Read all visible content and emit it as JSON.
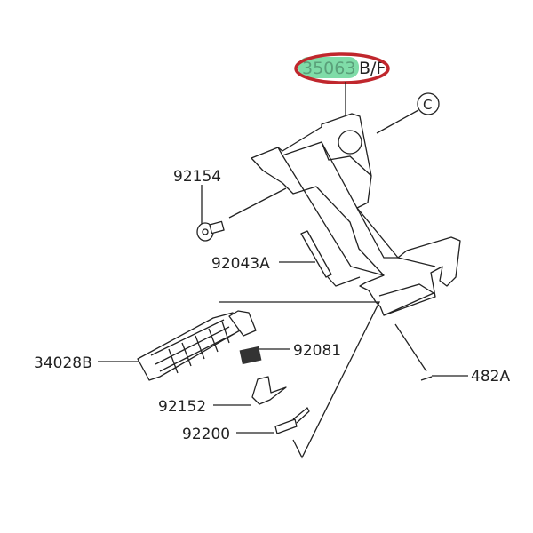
{
  "title_part": {
    "highlighted": "35063",
    "suffix": "B/F"
  },
  "callout_circle": "C",
  "labels": {
    "bolt": "92154",
    "pin": "92043A",
    "footpeg": "34028B",
    "spring": "92081",
    "cotter_pin": "482A",
    "plate": "92152",
    "clip": "92200"
  },
  "colors": {
    "highlight": "#7fdca8",
    "ellipse": "#c0272d",
    "line": "#222222"
  }
}
